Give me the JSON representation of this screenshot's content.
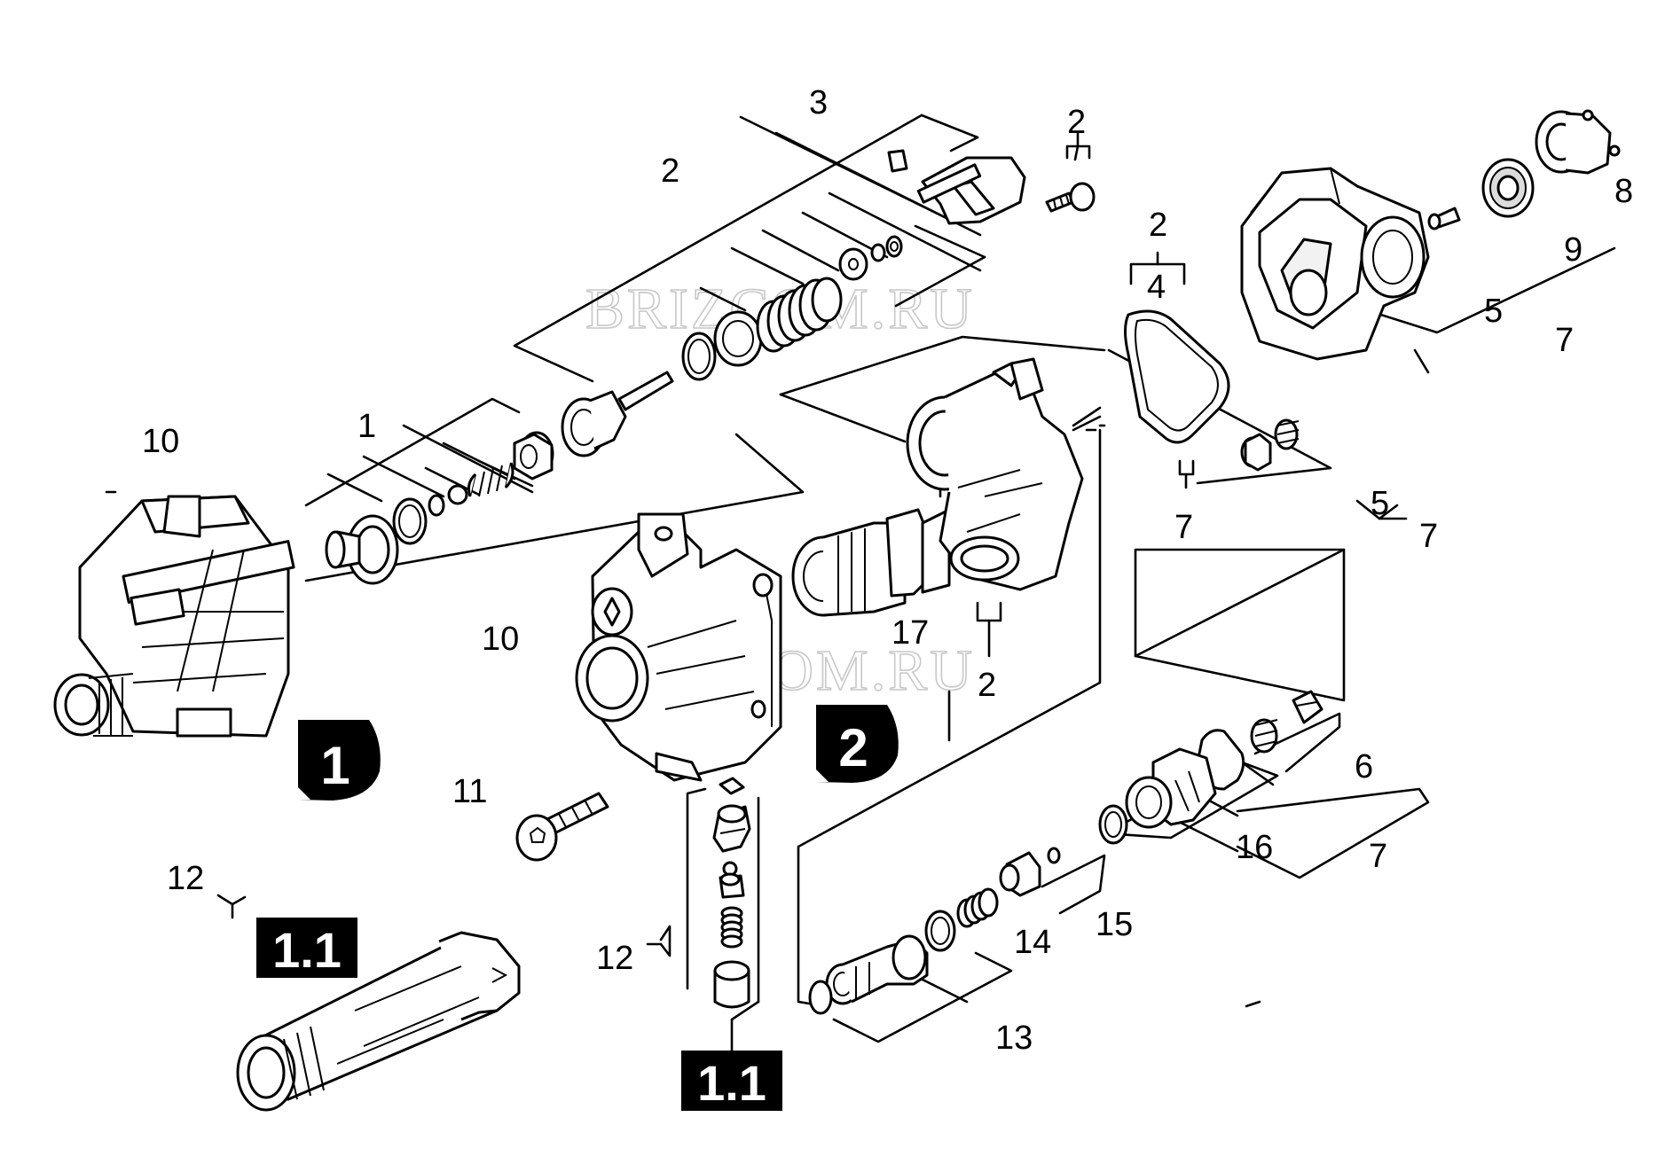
{
  "watermark": "BRIZCOM.RU",
  "callouts": {
    "c1": "1",
    "c2a": "2",
    "c2b": "2",
    "c2c": "2",
    "c2d": "2",
    "c3": "3",
    "c4": "4",
    "c5a": "5",
    "c5b": "5",
    "c6": "6",
    "c7a": "7",
    "c7b": "7",
    "c7c": "7",
    "c7d": "7",
    "c8": "8",
    "c9": "9",
    "c10a": "10",
    "c10b": "10",
    "c11": "11",
    "c12a": "12",
    "c12b": "12",
    "c13": "13",
    "c14": "14",
    "c15": "15",
    "c16": "16",
    "c17": "17"
  },
  "assembly_labels": {
    "a1": "1",
    "a2": "2",
    "a11a": "1.1",
    "a11b": "1.1"
  },
  "colors": {
    "ink": "#000000",
    "label_box": "#000000",
    "label_text": "#ffffff",
    "watermark": "#c8c8c8",
    "background": "#ffffff"
  }
}
